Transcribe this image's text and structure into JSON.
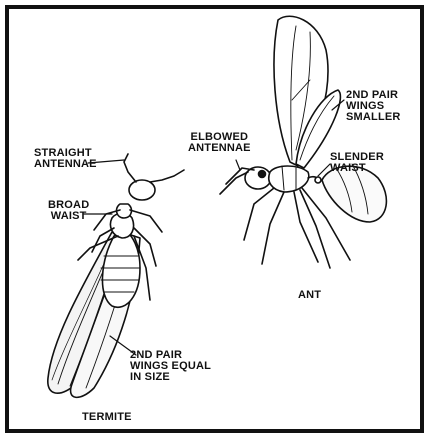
{
  "termite": {
    "name": "TERMITE",
    "antennae": [
      "STRAIGHT",
      "ANTENNAE"
    ],
    "waist": [
      "BROAD",
      "WAIST"
    ],
    "wings": [
      "2ND PAIR",
      "WINGS EQUAL",
      "IN SIZE"
    ]
  },
  "ant": {
    "name": "ANT",
    "antennae": [
      "ELBOWED",
      "ANTENNAE"
    ],
    "waist": [
      "SLENDER",
      "WAIST"
    ],
    "wings": [
      "2ND PAIR",
      "WINGS",
      "SMALLER"
    ]
  },
  "colors": {
    "ink": "#111111",
    "background": "#ffffff"
  }
}
